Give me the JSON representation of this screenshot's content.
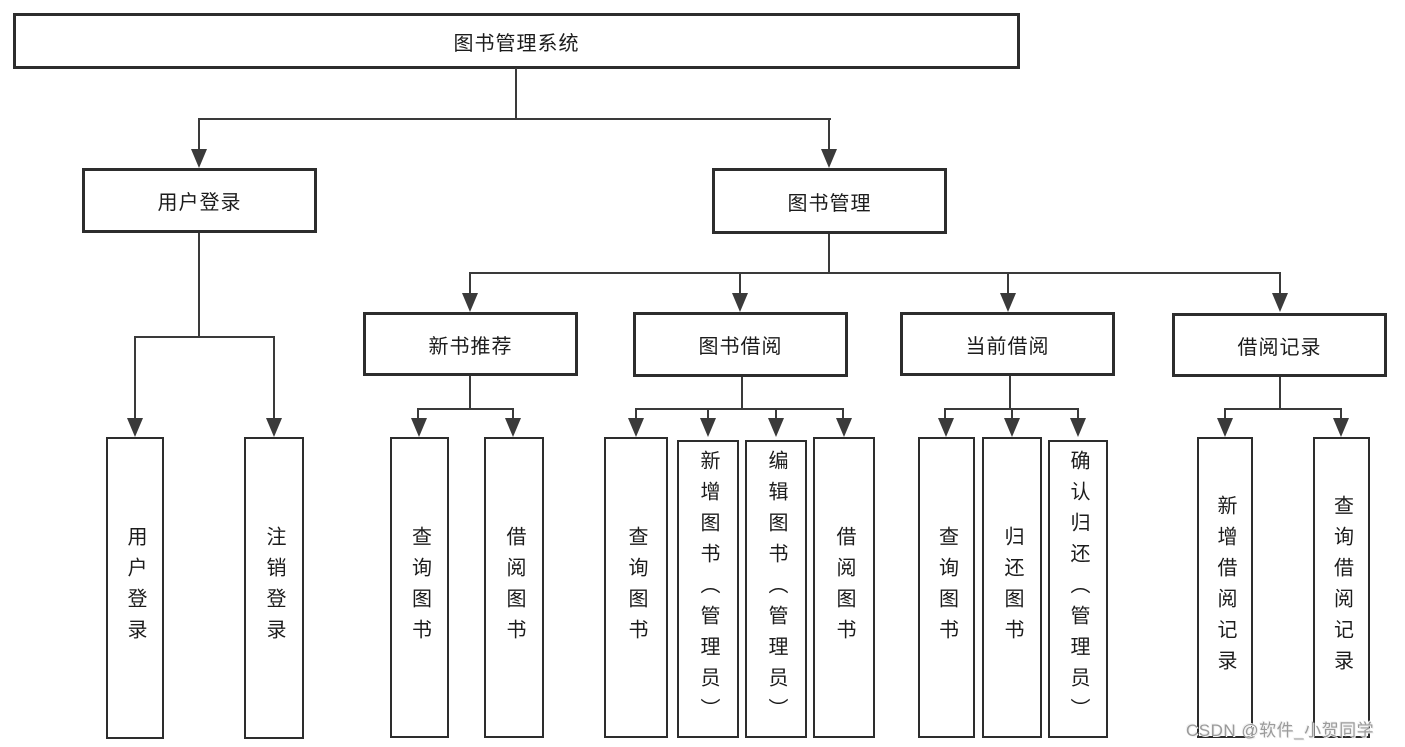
{
  "colors": {
    "line": "#3a3a3a",
    "box_border": "#2d2d2d",
    "text": "#1c1c1c",
    "watermark_text": "#9b9b9b",
    "background": "#ffffff"
  },
  "root": {
    "label": "图书管理系统"
  },
  "level2": {
    "user_login": {
      "label": "用户登录"
    },
    "book_management": {
      "label": "图书管理"
    }
  },
  "level3": {
    "new_book_recommend": {
      "label": "新书推荐"
    },
    "book_borrowing": {
      "label": "图书借阅"
    },
    "current_borrowing": {
      "label": "当前借阅"
    },
    "borrowing_records": {
      "label": "借阅记录"
    }
  },
  "leaves": {
    "user_login": {
      "label": "用户登录"
    },
    "logout": {
      "label": "注销登录"
    },
    "nb_query_books": {
      "label": "查询图书"
    },
    "nb_borrow_books": {
      "label": "借阅图书"
    },
    "bb_query_books": {
      "label": "查询图书"
    },
    "bb_add_books_admin": {
      "label": "新增图书（管理员）"
    },
    "bb_edit_books_admin": {
      "label": "编辑图书（管理员）"
    },
    "bb_borrow_books": {
      "label": "借阅图书"
    },
    "cb_query_books": {
      "label": "查询图书"
    },
    "cb_return_books": {
      "label": "归还图书"
    },
    "cb_confirm_return_admin": {
      "label": "确认归还（管理员）"
    },
    "br_add_record": {
      "label": "新增借阅记录"
    },
    "br_query_record": {
      "label": "查询借阅记录"
    }
  },
  "watermark": {
    "label": "CSDN @软件_小贺同学"
  }
}
